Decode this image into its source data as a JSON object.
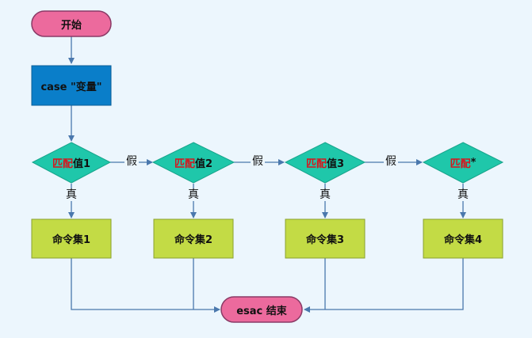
{
  "start": "开始",
  "case_box": "case \"变量\"",
  "decisions": [
    {
      "red": "匹配",
      "black": "值1"
    },
    {
      "red": "匹配",
      "black": "值2"
    },
    {
      "red": "匹配",
      "black": "值3"
    },
    {
      "red": "匹配",
      "black": "*"
    }
  ],
  "commands": [
    "命令集1",
    "命令集2",
    "命令集3",
    "命令集4"
  ],
  "false_label": "假",
  "true_label": "真",
  "end": "esac 结束",
  "colors": {
    "terminal_fill": "#ec6a9d",
    "terminal_stroke": "#8a3a66",
    "case_fill": "#0a7ec9",
    "decision_fill": "#1fc7aa",
    "command_fill": "#c3db45",
    "command_stroke": "#8aa030",
    "arrow": "#4a78ad"
  }
}
